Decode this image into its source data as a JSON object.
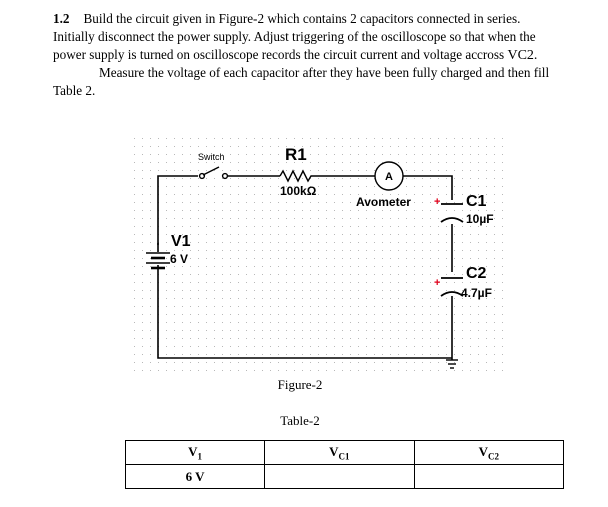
{
  "text": {
    "section_number": "1.2",
    "para1_part1": "Build the circuit given in Figure-2 which contains 2 capacitors connected in series.",
    "para1_part2": "Initially disconnect the power supply. Adjust triggering of the oscilloscope so that when the",
    "para1_part3": "power supply is turned on oscilloscope records the circuit current and voltage accross ",
    "para1_vc2": "VC2.",
    "para2_part1": "Measure the voltage of each capacitor after they have been fully charged and then fill",
    "para2_part2": "Table 2."
  },
  "circuit": {
    "switch_label": "Switch",
    "r1_name": "R1",
    "r1_value": "100kΩ",
    "ammeter_symbol": "A",
    "ammeter_label": "Avometer",
    "c1_name": "C1",
    "c1_value": "10µF",
    "c2_name": "C2",
    "c2_value": "4.7µF",
    "v1_name": "V1",
    "v1_value": "6 V",
    "plus_sign": "+"
  },
  "figure_caption": "Figure-2",
  "table_caption": "Table-2",
  "table": {
    "h1_main": "V",
    "h1_sub": "1",
    "h2_main": "V",
    "h2_sub": "C1",
    "h3_main": "V",
    "h3_sub": "C2",
    "r1_c1": "6 V",
    "r1_c2": "",
    "r1_c3": ""
  },
  "colors": {
    "plus_marker": "#e0001a",
    "wire": "#000000",
    "grid_dot": "#b8b8b8"
  }
}
